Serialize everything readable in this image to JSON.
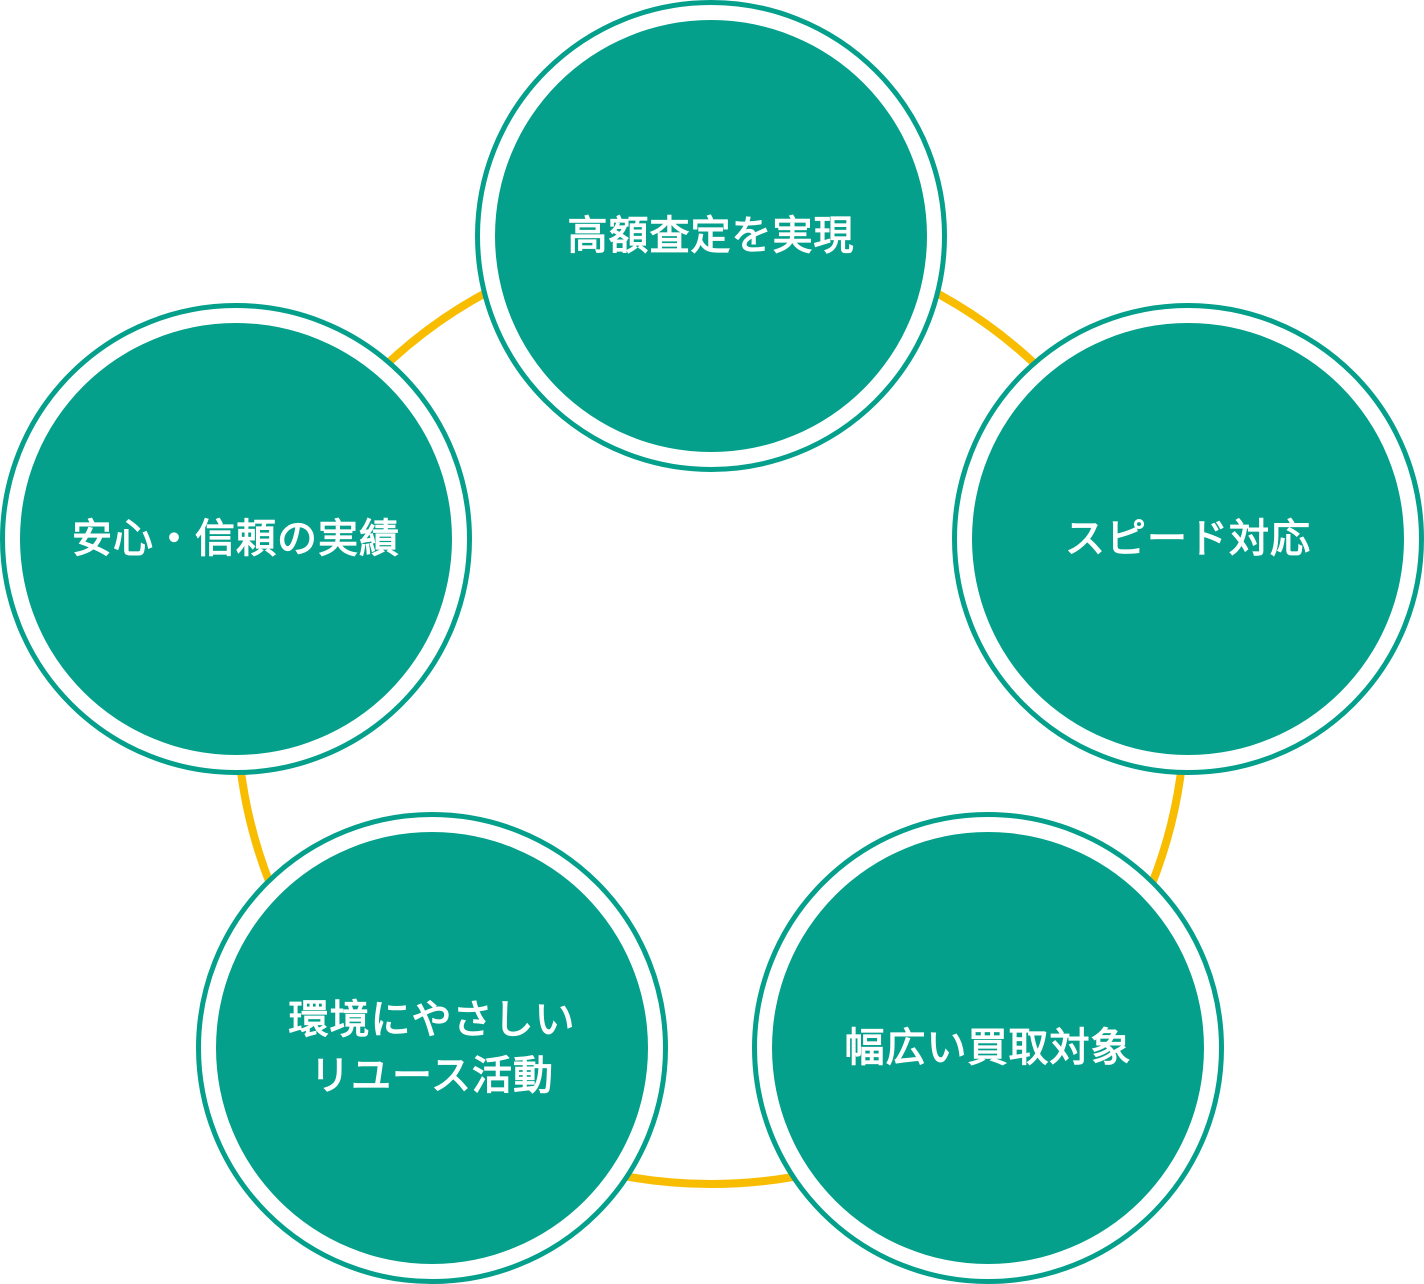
{
  "colors": {
    "teal": "#04A08B",
    "ring": "#F8BD00"
  },
  "nodes": [
    {
      "label": "高額査定を実現"
    },
    {
      "label": "スピード対応"
    },
    {
      "label": "幅広い買取対象"
    },
    {
      "label": "環境にやさしい\nリユース活動"
    },
    {
      "label": "安心・信頼の実績"
    }
  ]
}
